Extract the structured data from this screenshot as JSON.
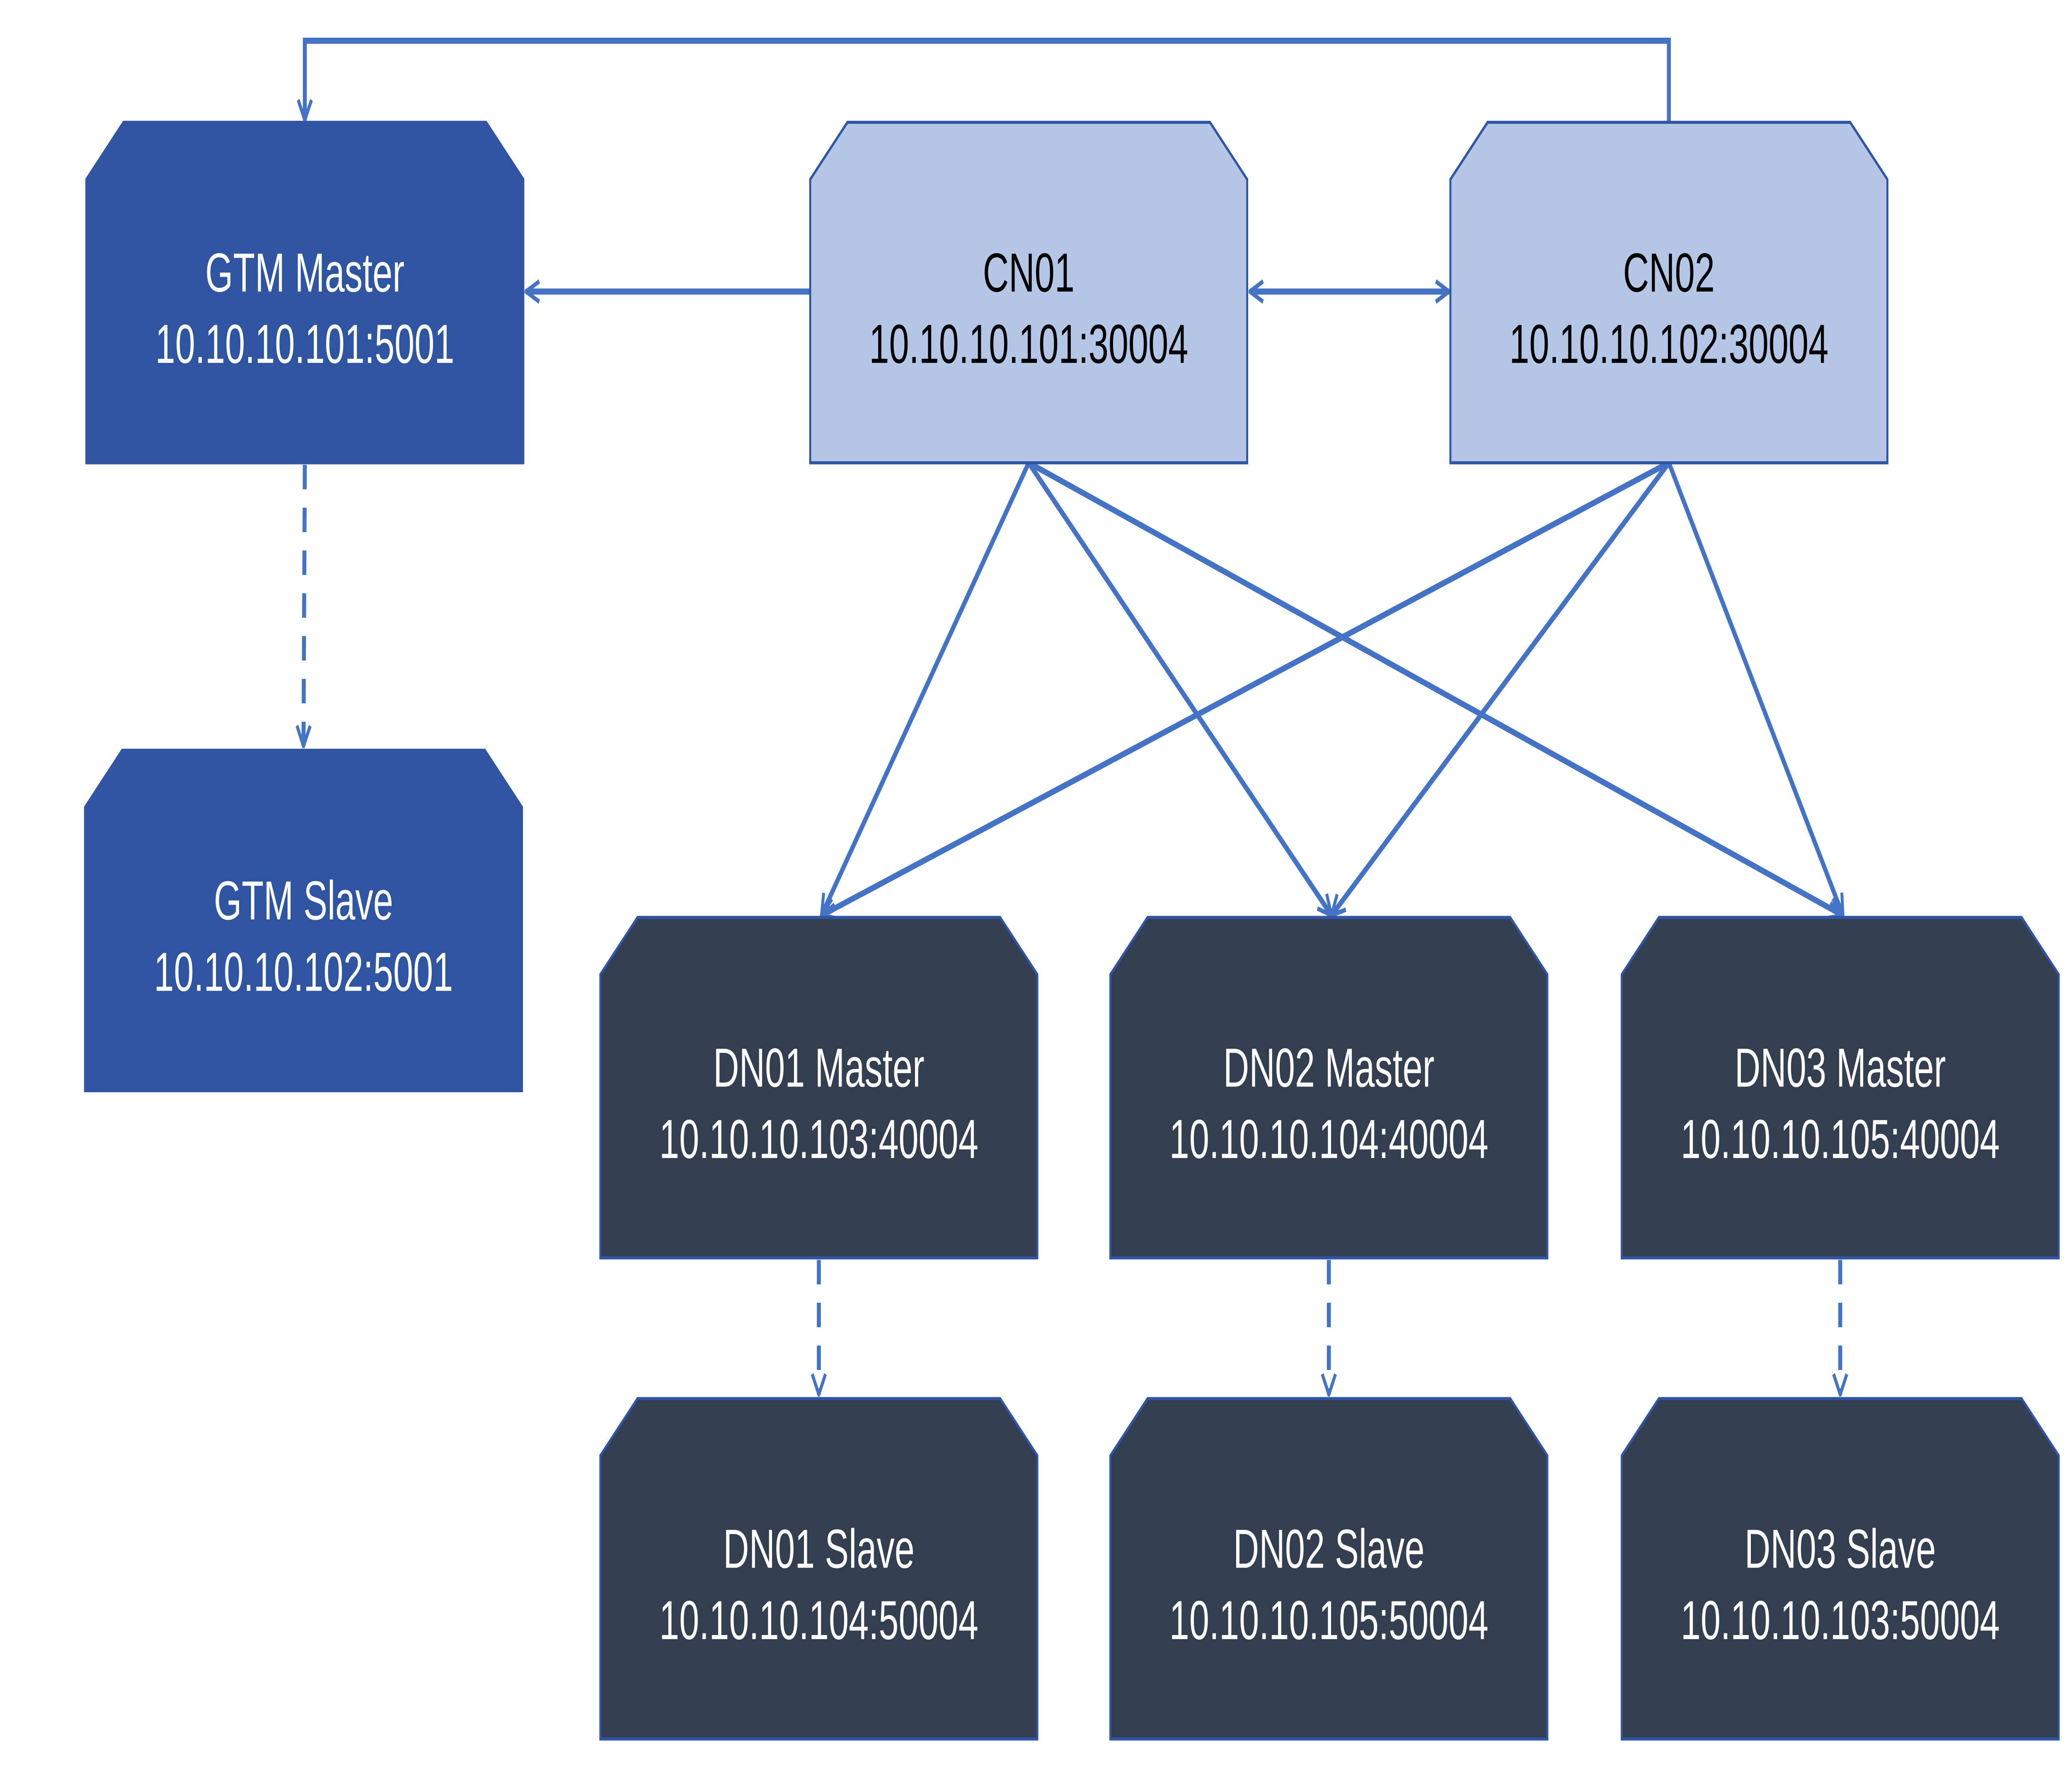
{
  "colors": {
    "gtm_fill": "#2f55a2",
    "cn_fill": "#b4c7e7",
    "dn_fill": "#333f50",
    "border": "#2f55a4",
    "edge": "#4472c4"
  },
  "nodes": [
    {
      "id": "gtm_master",
      "role": "gtm",
      "name": "GTM Master",
      "address": "10.10.10.101:5001"
    },
    {
      "id": "gtm_slave",
      "role": "gtm",
      "name": "GTM Slave",
      "address": "10.10.10.102:5001"
    },
    {
      "id": "cn01",
      "role": "cn",
      "name": "CN01",
      "address": "10.10.10.101:30004"
    },
    {
      "id": "cn02",
      "role": "cn",
      "name": "CN02",
      "address": "10.10.10.102:30004"
    },
    {
      "id": "dn01_master",
      "role": "dn",
      "name": "DN01 Master",
      "address": "10.10.10.103:40004"
    },
    {
      "id": "dn02_master",
      "role": "dn",
      "name": "DN02 Master",
      "address": "10.10.10.104:40004"
    },
    {
      "id": "dn03_master",
      "role": "dn",
      "name": "DN03 Master",
      "address": "10.10.10.105:40004"
    },
    {
      "id": "dn01_slave",
      "role": "dn",
      "name": "DN01 Slave",
      "address": "10.10.10.104:50004"
    },
    {
      "id": "dn02_slave",
      "role": "dn",
      "name": "DN02 Slave",
      "address": "10.10.10.105:50004"
    },
    {
      "id": "dn03_slave",
      "role": "dn",
      "name": "DN03 Slave",
      "address": "10.10.10.103:50004"
    }
  ],
  "edges": [
    {
      "from": "cn02",
      "to": "gtm_master",
      "style": "solid",
      "arrow": "end"
    },
    {
      "from": "cn01",
      "to": "gtm_master",
      "style": "solid",
      "arrow": "end"
    },
    {
      "from": "cn01",
      "to": "cn02",
      "style": "solid",
      "arrow": "both"
    },
    {
      "from": "cn01",
      "to": "dn01_master",
      "style": "solid",
      "arrow": "end"
    },
    {
      "from": "cn01",
      "to": "dn02_master",
      "style": "solid",
      "arrow": "end"
    },
    {
      "from": "cn01",
      "to": "dn03_master",
      "style": "solid",
      "arrow": "end"
    },
    {
      "from": "cn02",
      "to": "dn01_master",
      "style": "solid",
      "arrow": "end"
    },
    {
      "from": "cn02",
      "to": "dn02_master",
      "style": "solid",
      "arrow": "end"
    },
    {
      "from": "cn02",
      "to": "dn03_master",
      "style": "solid",
      "arrow": "end"
    },
    {
      "from": "gtm_master",
      "to": "gtm_slave",
      "style": "dashed",
      "arrow": "end"
    },
    {
      "from": "dn01_master",
      "to": "dn01_slave",
      "style": "dashed",
      "arrow": "end"
    },
    {
      "from": "dn02_master",
      "to": "dn02_slave",
      "style": "dashed",
      "arrow": "end"
    },
    {
      "from": "dn03_master",
      "to": "dn03_slave",
      "style": "dashed",
      "arrow": "end"
    }
  ]
}
